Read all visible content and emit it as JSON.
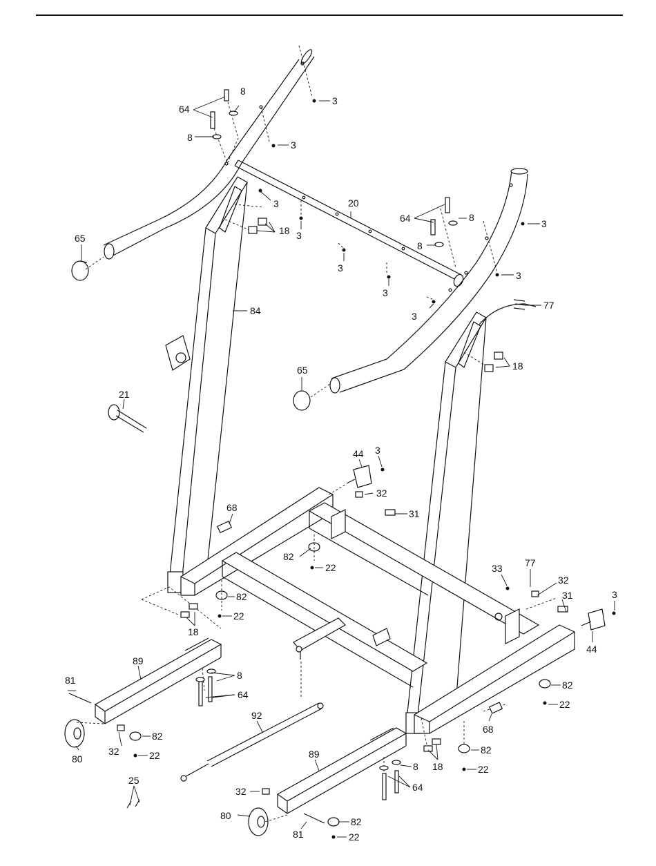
{
  "diagram": {
    "labels": [
      {
        "id": "l64a",
        "text": "64"
      },
      {
        "id": "l8a",
        "text": "8"
      },
      {
        "id": "l8b",
        "text": "8"
      },
      {
        "id": "l3a",
        "text": "3"
      },
      {
        "id": "l3b",
        "text": "3"
      },
      {
        "id": "l3c",
        "text": "3"
      },
      {
        "id": "l20",
        "text": "20"
      },
      {
        "id": "l18a",
        "text": "18"
      },
      {
        "id": "l3d",
        "text": "3"
      },
      {
        "id": "l65a",
        "text": "65"
      },
      {
        "id": "l64b",
        "text": "64"
      },
      {
        "id": "l8c",
        "text": "8"
      },
      {
        "id": "l3e",
        "text": "3"
      },
      {
        "id": "l8d",
        "text": "8"
      },
      {
        "id": "l3f",
        "text": "3"
      },
      {
        "id": "l3g",
        "text": "3"
      },
      {
        "id": "l3h",
        "text": "3"
      },
      {
        "id": "l3i",
        "text": "3"
      },
      {
        "id": "l84",
        "text": "84"
      },
      {
        "id": "l77a",
        "text": "77"
      },
      {
        "id": "l18b",
        "text": "18"
      },
      {
        "id": "l65b",
        "text": "65"
      },
      {
        "id": "l21",
        "text": "21"
      },
      {
        "id": "l44a",
        "text": "44"
      },
      {
        "id": "l3j",
        "text": "3"
      },
      {
        "id": "l32a",
        "text": "32"
      },
      {
        "id": "l31a",
        "text": "31"
      },
      {
        "id": "l68a",
        "text": "68"
      },
      {
        "id": "l82a",
        "text": "82"
      },
      {
        "id": "l22a",
        "text": "22"
      },
      {
        "id": "l82b",
        "text": "82"
      },
      {
        "id": "l22b",
        "text": "22"
      },
      {
        "id": "l18c",
        "text": "18"
      },
      {
        "id": "l33",
        "text": "33"
      },
      {
        "id": "l77b",
        "text": "77"
      },
      {
        "id": "l32b",
        "text": "32"
      },
      {
        "id": "l31b",
        "text": "31"
      },
      {
        "id": "l3k",
        "text": "3"
      },
      {
        "id": "l44b",
        "text": "44"
      },
      {
        "id": "l89a",
        "text": "89"
      },
      {
        "id": "l81a",
        "text": "81"
      },
      {
        "id": "l8e",
        "text": "8"
      },
      {
        "id": "l64c",
        "text": "64"
      },
      {
        "id": "l82c",
        "text": "82"
      },
      {
        "id": "l22c",
        "text": "22"
      },
      {
        "id": "l92",
        "text": "92"
      },
      {
        "id": "l82d",
        "text": "82"
      },
      {
        "id": "l32c",
        "text": "32"
      },
      {
        "id": "l22d",
        "text": "22"
      },
      {
        "id": "l80a",
        "text": "80"
      },
      {
        "id": "l68b",
        "text": "68"
      },
      {
        "id": "l82e",
        "text": "82"
      },
      {
        "id": "l18d",
        "text": "18"
      },
      {
        "id": "l22e",
        "text": "22"
      },
      {
        "id": "l25",
        "text": "25"
      },
      {
        "id": "l89b",
        "text": "89"
      },
      {
        "id": "l8f",
        "text": "8"
      },
      {
        "id": "l64d",
        "text": "64"
      },
      {
        "id": "l32d",
        "text": "32"
      },
      {
        "id": "l80b",
        "text": "80"
      },
      {
        "id": "l82f",
        "text": "82"
      },
      {
        "id": "l81b",
        "text": "81"
      },
      {
        "id": "l22f",
        "text": "22"
      }
    ]
  }
}
